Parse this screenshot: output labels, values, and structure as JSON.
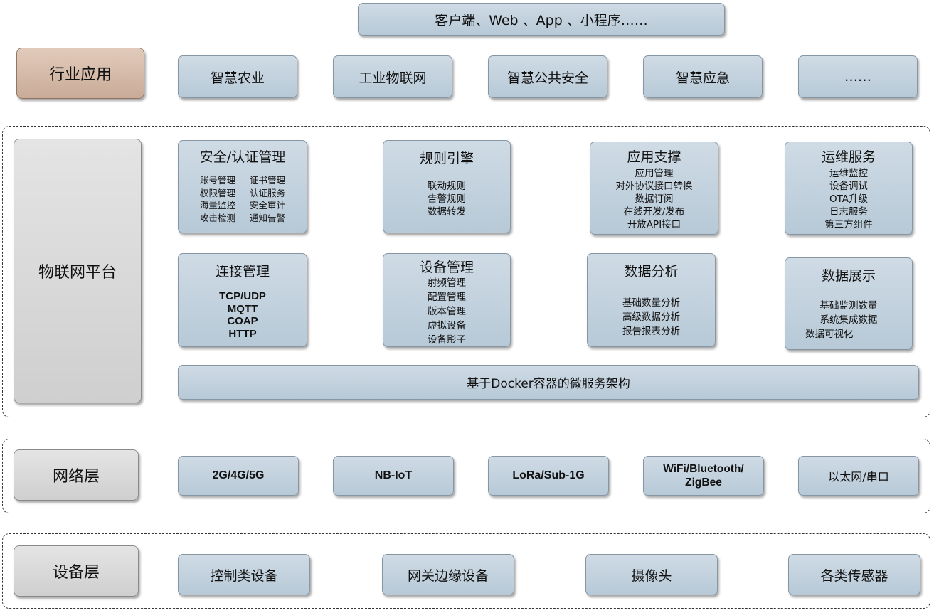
{
  "top": {
    "clients": "客户端、Web 、App 、小程序……"
  },
  "industry": {
    "label": "行业应用",
    "items": [
      "智慧农业",
      "工业物联网",
      "智慧公共安全",
      "智慧应急",
      "……"
    ]
  },
  "platform": {
    "label": "物联网平台",
    "security": {
      "title": "安全/认证管理",
      "items": [
        "账号管理",
        "证书管理",
        "权限管理",
        "认证服务",
        "海量监控",
        "安全审计",
        "攻击检测",
        "通知告警"
      ]
    },
    "rules": {
      "title": "规则引擎",
      "items": [
        "联动规则",
        "告警规则",
        "数据转发"
      ]
    },
    "app_support": {
      "title": "应用支撑",
      "items": [
        "应用管理",
        "对外协议接口转换",
        "数据订阅",
        "在线开发/发布",
        "开放API接口"
      ]
    },
    "ops": {
      "title": "运维服务",
      "items": [
        "运维监控",
        "设备调试",
        "OTA升级",
        "日志服务",
        "第三方组件"
      ]
    },
    "connection": {
      "title": "连接管理",
      "items": [
        "TCP/UDP",
        "MQTT",
        "COAP",
        "HTTP"
      ]
    },
    "device_mgmt": {
      "title": "设备管理",
      "items": [
        "射频管理",
        "配置管理",
        "版本管理",
        "虚拟设备",
        "设备影子"
      ]
    },
    "analysis": {
      "title": "数据分析",
      "items": [
        "基础数量分析",
        "高级数据分析",
        "报告报表分析"
      ]
    },
    "display": {
      "title": "数据展示",
      "items": [
        "基础监测数量",
        "系统集成数据",
        "数据可视化"
      ]
    },
    "docker": "基于Docker容器的微服务架构"
  },
  "network": {
    "label": "网络层",
    "items": [
      "2G/4G/5G",
      "NB-IoT",
      "LoRa/Sub-1G",
      "WiFi/Bluetooth/",
      "ZigBee",
      "以太网/串口"
    ]
  },
  "device": {
    "label": "设备层",
    "items": [
      "控制类设备",
      "网关边缘设备",
      "摄像头",
      "各类传感器"
    ]
  }
}
